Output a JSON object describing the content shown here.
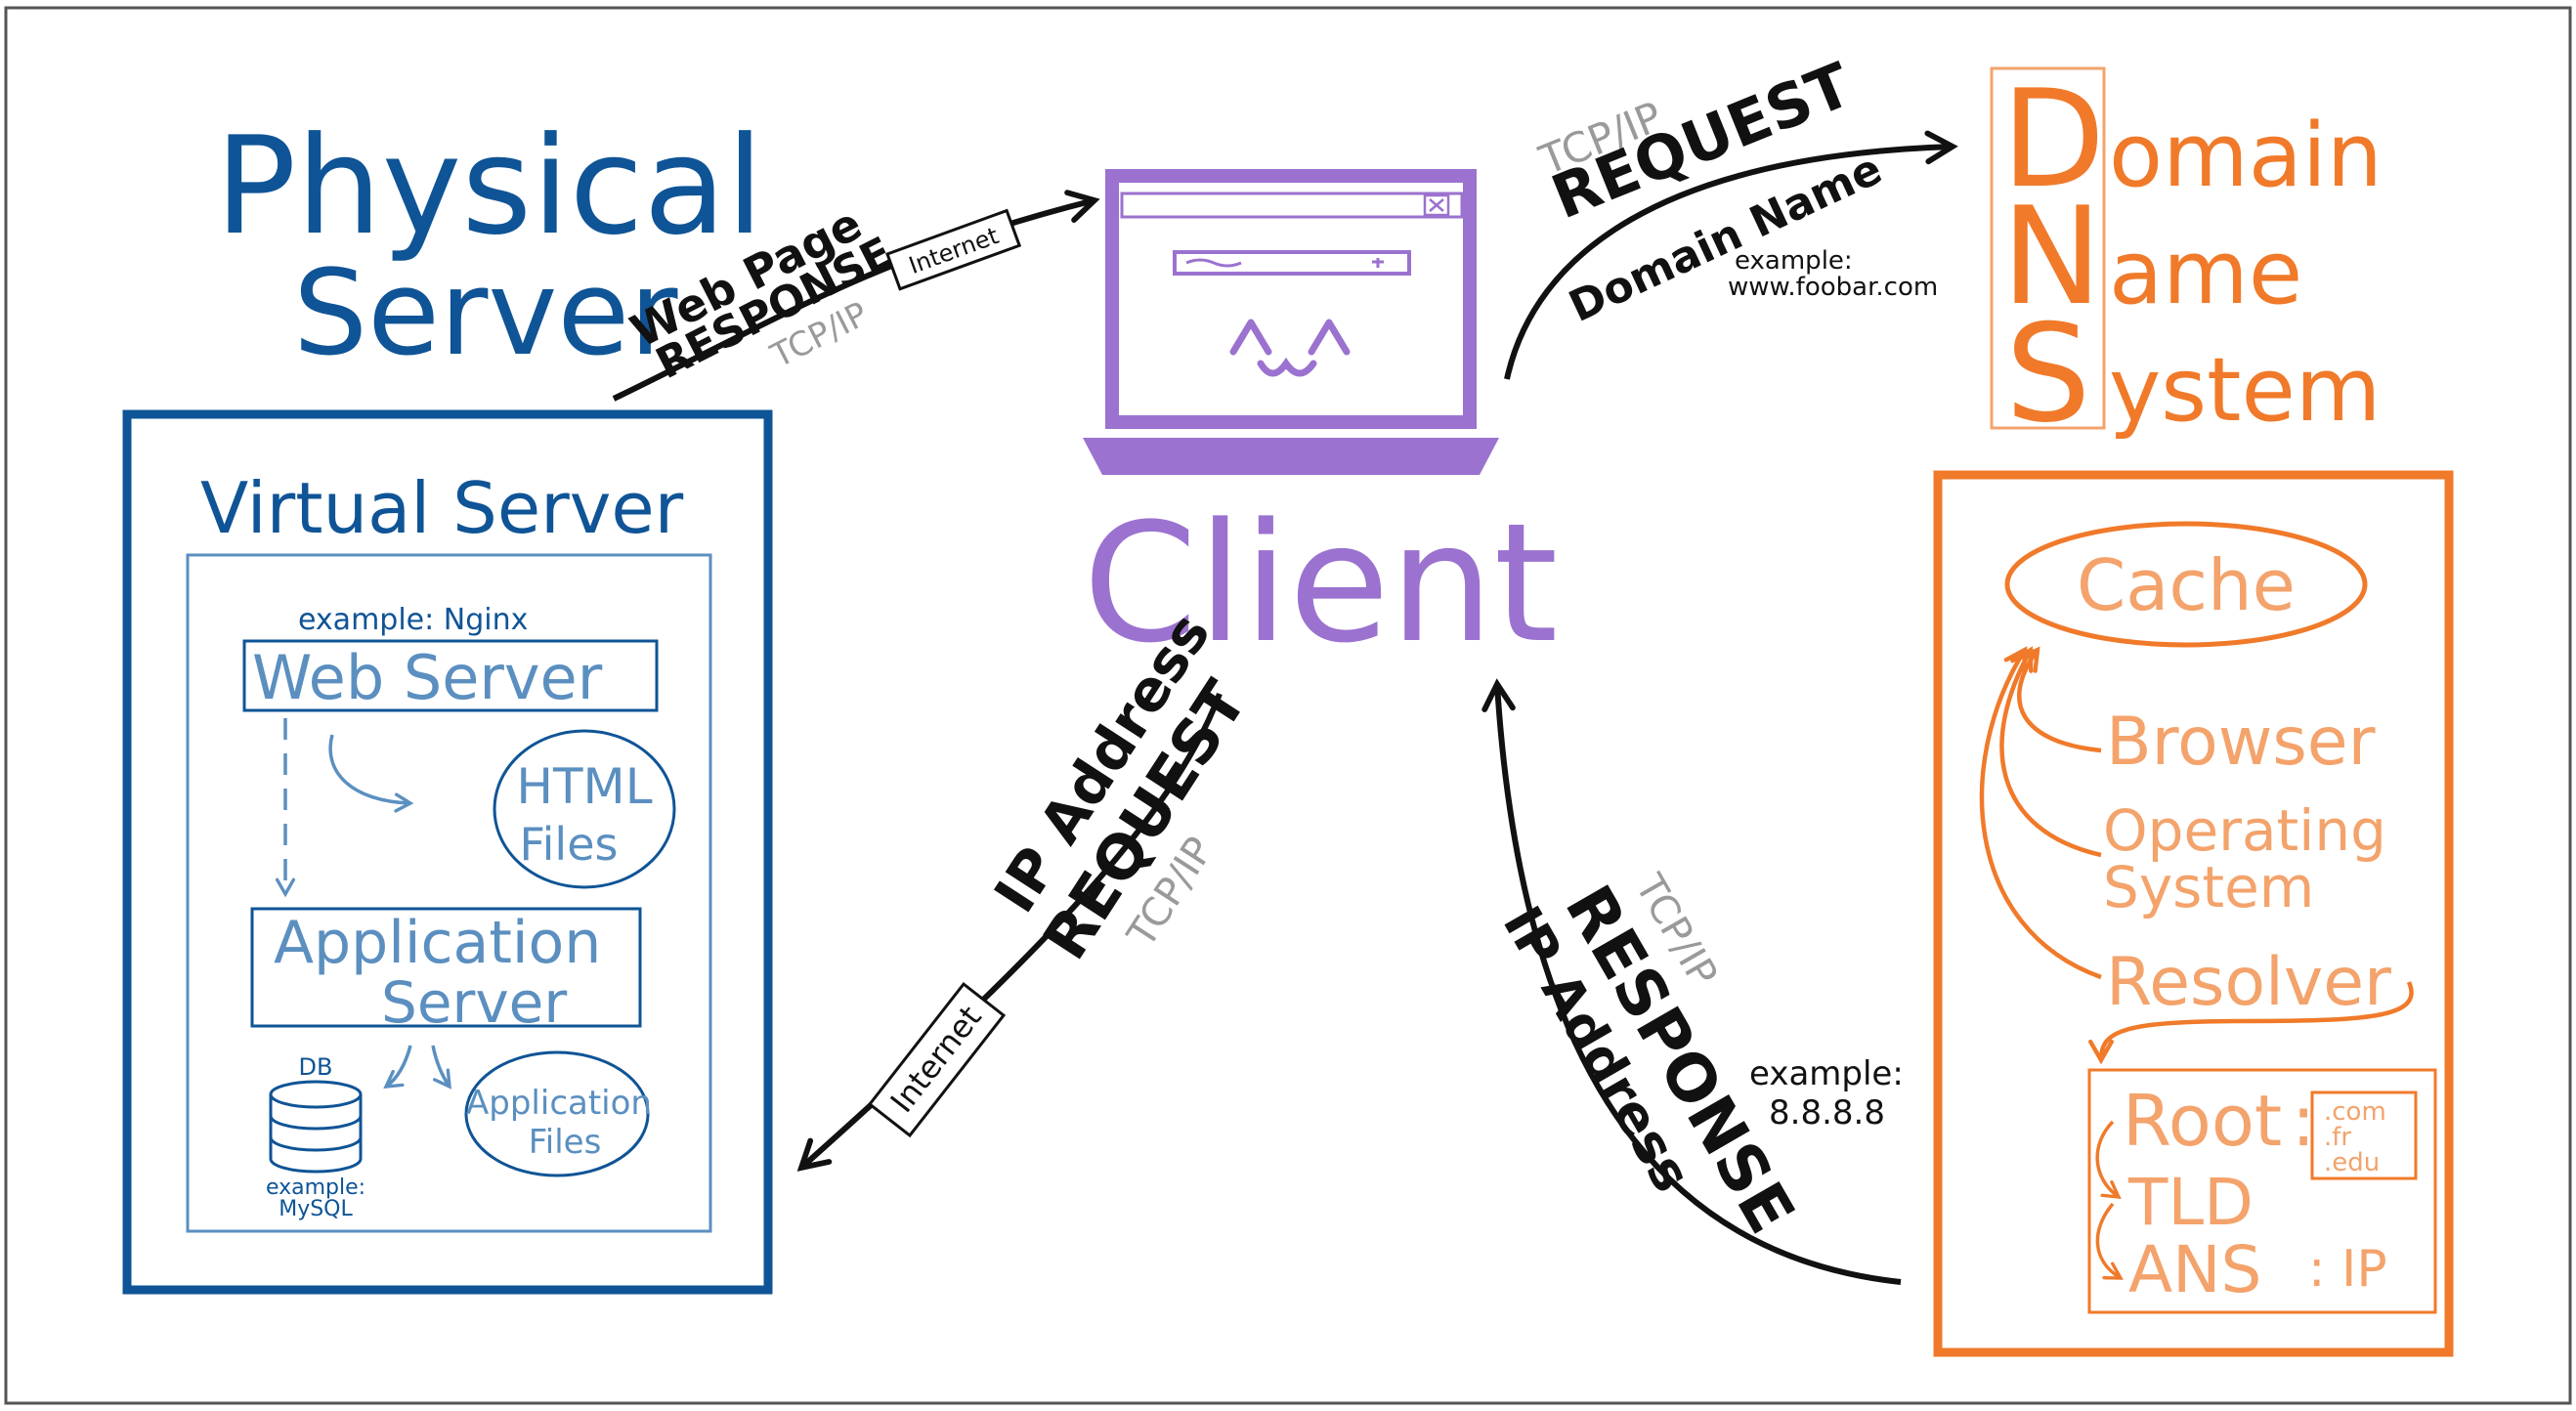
{
  "physical_server": {
    "line1": "Physical",
    "line2": "Server"
  },
  "virtual_server": {
    "title": "Virtual Server",
    "web_server_example": "example: Nginx",
    "web_server": "Web Server",
    "html_files_line1": "HTML",
    "html_files_line2": "Files",
    "app_server_line1": "Application",
    "app_server_line2": "Server",
    "db_label": "DB",
    "db_example_line1": "example:",
    "db_example_line2": "MySQL",
    "app_files_line1": "Application",
    "app_files_line2": "Files"
  },
  "client": {
    "label": "Client"
  },
  "dns": {
    "letters": [
      "D",
      "N",
      "S"
    ],
    "rest": [
      "omain",
      "ame",
      "ystem"
    ],
    "cache": "Cache",
    "browser": "Browser",
    "os_line1": "Operating",
    "os_line2": "System",
    "resolver": "Resolver",
    "root": "Root",
    "root_colon": ":",
    "tlds": [
      ".com",
      ".fr",
      ".edu"
    ],
    "tld": "TLD",
    "ans": "ANS",
    "ans_suffix": ": IP"
  },
  "arrows": {
    "top_left": {
      "label_a": "Web Page",
      "label_b": "RESPONSE",
      "protocol": "TCP/IP",
      "network": "Internet"
    },
    "top_right": {
      "protocol": "TCP/IP",
      "label_a": "REQUEST",
      "label_b": "Domain Name",
      "example_line1": "example:",
      "example_line2": "www.foobar.com"
    },
    "bottom_left": {
      "label_a": "IP Address",
      "label_b": "REQUEST",
      "protocol": "TCP/IP",
      "network": "Internet"
    },
    "bottom_right": {
      "protocol": "TCP/IP",
      "label_a": "RESPONSE",
      "label_b": "IP Address",
      "example_line1": "example:",
      "example_line2": "8.8.8.8"
    }
  }
}
